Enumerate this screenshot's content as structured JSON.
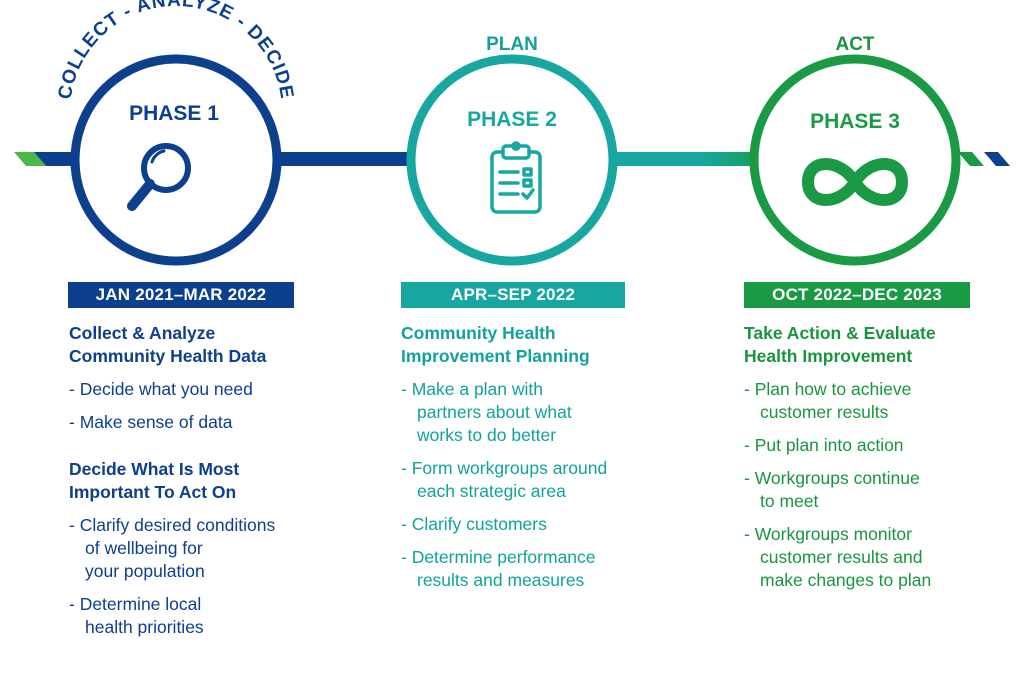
{
  "arc_text": "COLLECT - ANALYZE - DECIDE",
  "colors": {
    "blue": "#0d3f8f",
    "teal": "#16a7a0",
    "green": "#1a9a45",
    "light_green": "#4cb848"
  },
  "phases": [
    {
      "top_label": "",
      "title": "PHASE 1",
      "icon": "magnifying-glass-icon",
      "dates": "JAN 2021–MAR 2022",
      "sections": [
        {
          "heading": "Collect & Analyze\nCommunity Health Data",
          "items": [
            "- Decide what you need",
            "- Make sense of data"
          ]
        },
        {
          "heading": "Decide What Is Most\nImportant To Act On",
          "items": [
            "- Clarify desired conditions\n  of wellbeing for\n  your population",
            "- Determine local\n  health priorities"
          ]
        }
      ]
    },
    {
      "top_label": "PLAN",
      "title": "PHASE 2",
      "icon": "clipboard-checklist-icon",
      "dates": "APR–SEP 2022",
      "sections": [
        {
          "heading": "Community Health\nImprovement Planning",
          "items": [
            "- Make a plan with\n  partners about what\n  works to do better",
            "- Form workgroups around\n  each strategic area",
            "- Clarify customers",
            "- Determine performance\n  results and measures"
          ]
        }
      ]
    },
    {
      "top_label": "ACT",
      "title": "PHASE 3",
      "icon": "infinity-icon",
      "dates": "OCT 2022–DEC 2023",
      "sections": [
        {
          "heading": "Take Action & Evaluate\nHealth Improvement",
          "items": [
            "- Plan how to achieve\n  customer results",
            "- Put plan into action",
            "- Workgroups continue\n  to meet",
            "- Workgroups monitor\n  customer results and\n  make changes to plan"
          ]
        }
      ]
    }
  ]
}
